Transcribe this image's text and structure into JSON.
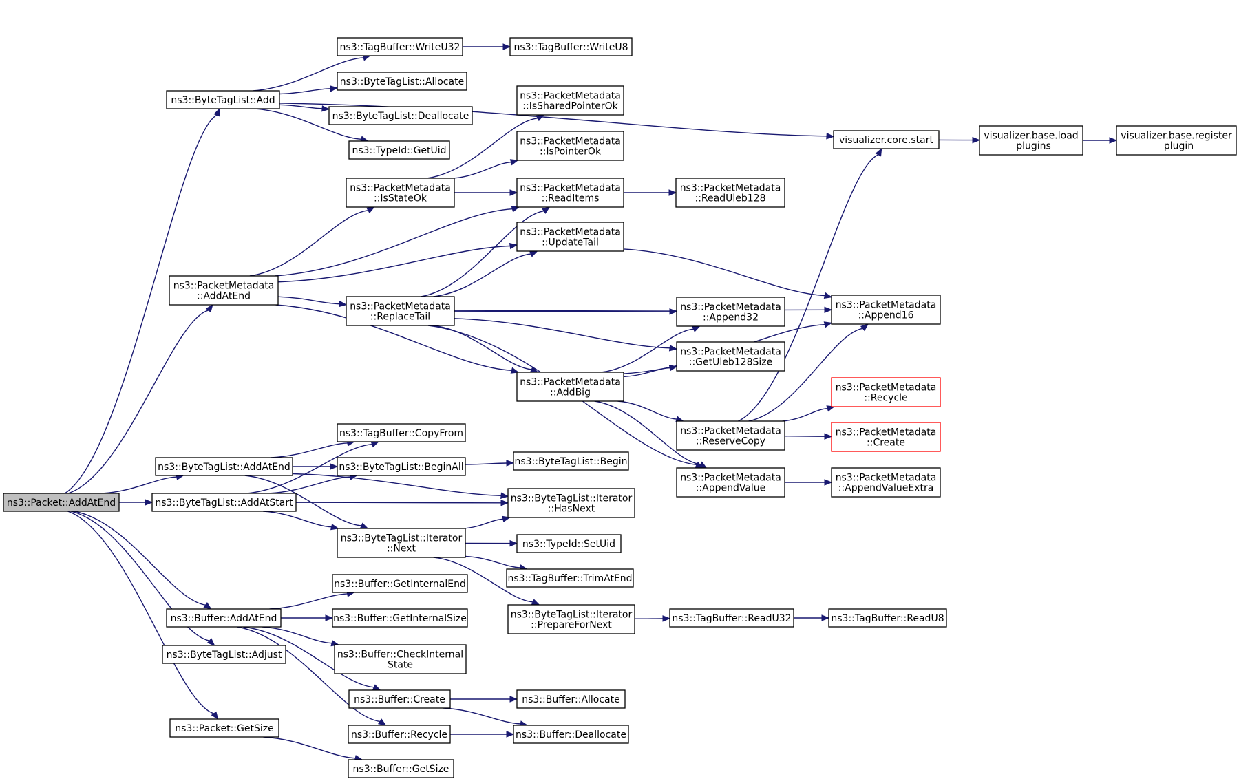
{
  "colors": {
    "edge": "#191970",
    "root_fill": "#bfbfbf",
    "red_border": "#ff0000",
    "border": "#000000"
  },
  "nodes": [
    {
      "id": "root",
      "lines": [
        "ns3::Packet::AddAtEnd"
      ],
      "style": "root"
    },
    {
      "id": "btl_add",
      "lines": [
        "ns3::ByteTagList::Add"
      ]
    },
    {
      "id": "tb_writeu32",
      "lines": [
        "ns3::TagBuffer::WriteU32"
      ]
    },
    {
      "id": "tb_writeu8",
      "lines": [
        "ns3::TagBuffer::WriteU8"
      ]
    },
    {
      "id": "btl_allocate",
      "lines": [
        "ns3::ByteTagList::Allocate"
      ]
    },
    {
      "id": "btl_deallocate",
      "lines": [
        "ns3::ByteTagList::Deallocate"
      ]
    },
    {
      "id": "typeid_getuid",
      "lines": [
        "ns3::TypeId::GetUid"
      ]
    },
    {
      "id": "pm_issharedpointerok",
      "lines": [
        "ns3::PacketMetadata",
        "::IsSharedPointerOk"
      ]
    },
    {
      "id": "pm_ispointerok",
      "lines": [
        "ns3::PacketMetadata",
        "::IsPointerOk"
      ]
    },
    {
      "id": "pm_isstateok",
      "lines": [
        "ns3::PacketMetadata",
        "::IsStateOk"
      ]
    },
    {
      "id": "pm_readitems",
      "lines": [
        "ns3::PacketMetadata",
        "::ReadItems"
      ]
    },
    {
      "id": "pm_readuleb128",
      "lines": [
        "ns3::PacketMetadata",
        "::ReadUleb128"
      ]
    },
    {
      "id": "viz_core_start",
      "lines": [
        "visualizer.core.start"
      ]
    },
    {
      "id": "viz_base_load",
      "lines": [
        "visualizer.base.load",
        "_plugins"
      ]
    },
    {
      "id": "viz_base_register",
      "lines": [
        "visualizer.base.register",
        "_plugin"
      ]
    },
    {
      "id": "pm_updatetail",
      "lines": [
        "ns3::PacketMetadata",
        "::UpdateTail"
      ]
    },
    {
      "id": "pm_addatend",
      "lines": [
        "ns3::PacketMetadata",
        "::AddAtEnd"
      ]
    },
    {
      "id": "pm_replacetail",
      "lines": [
        "ns3::PacketMetadata",
        "::ReplaceTail"
      ]
    },
    {
      "id": "pm_append32",
      "lines": [
        "ns3::PacketMetadata",
        "::Append32"
      ]
    },
    {
      "id": "pm_append16",
      "lines": [
        "ns3::PacketMetadata",
        "::Append16"
      ]
    },
    {
      "id": "pm_getuleb128size",
      "lines": [
        "ns3::PacketMetadata",
        "::GetUleb128Size"
      ]
    },
    {
      "id": "pm_addbig",
      "lines": [
        "ns3::PacketMetadata",
        "::AddBig"
      ]
    },
    {
      "id": "pm_recycle",
      "lines": [
        "ns3::PacketMetadata",
        "::Recycle"
      ],
      "style": "red"
    },
    {
      "id": "pm_reservecopy",
      "lines": [
        "ns3::PacketMetadata",
        "::ReserveCopy"
      ]
    },
    {
      "id": "pm_create",
      "lines": [
        "ns3::PacketMetadata",
        "::Create"
      ],
      "style": "red"
    },
    {
      "id": "pm_appendvalue",
      "lines": [
        "ns3::PacketMetadata",
        "::AppendValue"
      ]
    },
    {
      "id": "pm_appendvalueextra",
      "lines": [
        "ns3::PacketMetadata",
        "::AppendValueExtra"
      ]
    },
    {
      "id": "tb_copyfrom",
      "lines": [
        "ns3::TagBuffer::CopyFrom"
      ]
    },
    {
      "id": "btl_addatend",
      "lines": [
        "ns3::ByteTagList::AddAtEnd"
      ]
    },
    {
      "id": "btl_beginall",
      "lines": [
        "ns3::ByteTagList::BeginAll"
      ]
    },
    {
      "id": "btl_begin",
      "lines": [
        "ns3::ByteTagList::Begin"
      ]
    },
    {
      "id": "btl_addatstart",
      "lines": [
        "ns3::ByteTagList::AddAtStart"
      ]
    },
    {
      "id": "btl_iter_hasnext",
      "lines": [
        "ns3::ByteTagList::Iterator",
        "::HasNext"
      ]
    },
    {
      "id": "btl_iter_next",
      "lines": [
        "ns3::ByteTagList::Iterator",
        "::Next"
      ]
    },
    {
      "id": "typeid_setuid",
      "lines": [
        "ns3::TypeId::SetUid"
      ]
    },
    {
      "id": "tb_trimatend",
      "lines": [
        "ns3::TagBuffer::TrimAtEnd"
      ]
    },
    {
      "id": "buf_getinternalend",
      "lines": [
        "ns3::Buffer::GetInternalEnd"
      ]
    },
    {
      "id": "buf_addatend",
      "lines": [
        "ns3::Buffer::AddAtEnd"
      ]
    },
    {
      "id": "buf_getinternalsize",
      "lines": [
        "ns3::Buffer::GetInternalSize"
      ]
    },
    {
      "id": "btl_iter_preparefornext",
      "lines": [
        "ns3::ByteTagList::Iterator",
        "::PrepareForNext"
      ]
    },
    {
      "id": "tb_readu32",
      "lines": [
        "ns3::TagBuffer::ReadU32"
      ]
    },
    {
      "id": "tb_readu8",
      "lines": [
        "ns3::TagBuffer::ReadU8"
      ]
    },
    {
      "id": "btl_adjust",
      "lines": [
        "ns3::ByteTagList::Adjust"
      ]
    },
    {
      "id": "buf_checkinternalstate",
      "lines": [
        "ns3::Buffer::CheckInternal",
        "State"
      ]
    },
    {
      "id": "buf_create",
      "lines": [
        "ns3::Buffer::Create"
      ]
    },
    {
      "id": "buf_allocate",
      "lines": [
        "ns3::Buffer::Allocate"
      ]
    },
    {
      "id": "packet_getsize",
      "lines": [
        "ns3::Packet::GetSize"
      ]
    },
    {
      "id": "buf_recycle",
      "lines": [
        "ns3::Buffer::Recycle"
      ]
    },
    {
      "id": "buf_deallocate",
      "lines": [
        "ns3::Buffer::Deallocate"
      ]
    },
    {
      "id": "buf_getsize",
      "lines": [
        "ns3::Buffer::GetSize"
      ]
    }
  ],
  "edges": [
    [
      "root",
      "btl_add"
    ],
    [
      "root",
      "pm_addatend"
    ],
    [
      "root",
      "btl_addatend"
    ],
    [
      "root",
      "btl_addatstart"
    ],
    [
      "root",
      "buf_addatend"
    ],
    [
      "root",
      "btl_adjust"
    ],
    [
      "root",
      "packet_getsize"
    ],
    [
      "btl_add",
      "tb_writeu32"
    ],
    [
      "btl_add",
      "btl_allocate"
    ],
    [
      "btl_add",
      "btl_deallocate"
    ],
    [
      "btl_add",
      "typeid_getuid"
    ],
    [
      "btl_add",
      "viz_core_start"
    ],
    [
      "tb_writeu32",
      "tb_writeu8"
    ],
    [
      "viz_core_start",
      "viz_base_load"
    ],
    [
      "viz_base_load",
      "viz_base_register"
    ],
    [
      "pm_isstateok",
      "pm_issharedpointerok"
    ],
    [
      "pm_isstateok",
      "pm_ispointerok"
    ],
    [
      "pm_isstateok",
      "pm_readitems"
    ],
    [
      "pm_readitems",
      "pm_readuleb128"
    ],
    [
      "pm_addatend",
      "pm_isstateok"
    ],
    [
      "pm_addatend",
      "pm_readitems"
    ],
    [
      "pm_addatend",
      "pm_updatetail"
    ],
    [
      "pm_addatend",
      "pm_replacetail"
    ],
    [
      "pm_addatend",
      "pm_addbig"
    ],
    [
      "pm_replacetail",
      "pm_readitems"
    ],
    [
      "pm_replacetail",
      "pm_updatetail"
    ],
    [
      "pm_replacetail",
      "pm_append16"
    ],
    [
      "pm_replacetail",
      "pm_append32"
    ],
    [
      "pm_replacetail",
      "pm_getuleb128size"
    ],
    [
      "pm_replacetail",
      "pm_addbig"
    ],
    [
      "pm_replacetail",
      "pm_appendvalue"
    ],
    [
      "pm_updatetail",
      "pm_append16"
    ],
    [
      "pm_addbig",
      "pm_append32"
    ],
    [
      "pm_addbig",
      "pm_getuleb128size"
    ],
    [
      "pm_addbig",
      "pm_append16"
    ],
    [
      "pm_addbig",
      "pm_reservecopy"
    ],
    [
      "pm_addbig",
      "pm_appendvalue"
    ],
    [
      "pm_reservecopy",
      "viz_core_start"
    ],
    [
      "pm_reservecopy",
      "pm_append16"
    ],
    [
      "pm_reservecopy",
      "pm_recycle"
    ],
    [
      "pm_reservecopy",
      "pm_create"
    ],
    [
      "pm_appendvalue",
      "pm_appendvalueextra"
    ],
    [
      "btl_addatend",
      "tb_copyfrom"
    ],
    [
      "btl_addatend",
      "btl_beginall"
    ],
    [
      "btl_addatend",
      "btl_iter_hasnext"
    ],
    [
      "btl_addatend",
      "btl_iter_next"
    ],
    [
      "btl_addatstart",
      "tb_copyfrom"
    ],
    [
      "btl_addatstart",
      "btl_beginall"
    ],
    [
      "btl_addatstart",
      "btl_iter_hasnext"
    ],
    [
      "btl_addatstart",
      "btl_iter_next"
    ],
    [
      "btl_beginall",
      "btl_begin"
    ],
    [
      "btl_iter_next",
      "btl_iter_hasnext"
    ],
    [
      "btl_iter_next",
      "typeid_setuid"
    ],
    [
      "btl_iter_next",
      "tb_trimatend"
    ],
    [
      "btl_iter_next",
      "btl_iter_preparefornext"
    ],
    [
      "btl_iter_preparefornext",
      "tb_readu32"
    ],
    [
      "tb_readu32",
      "tb_readu8"
    ],
    [
      "buf_addatend",
      "buf_getinternalend"
    ],
    [
      "buf_addatend",
      "buf_getinternalsize"
    ],
    [
      "buf_addatend",
      "buf_checkinternalstate"
    ],
    [
      "buf_addatend",
      "buf_create"
    ],
    [
      "buf_addatend",
      "buf_recycle"
    ],
    [
      "buf_create",
      "buf_allocate"
    ],
    [
      "buf_create",
      "buf_deallocate"
    ],
    [
      "buf_recycle",
      "buf_deallocate"
    ],
    [
      "packet_getsize",
      "buf_getsize"
    ]
  ]
}
